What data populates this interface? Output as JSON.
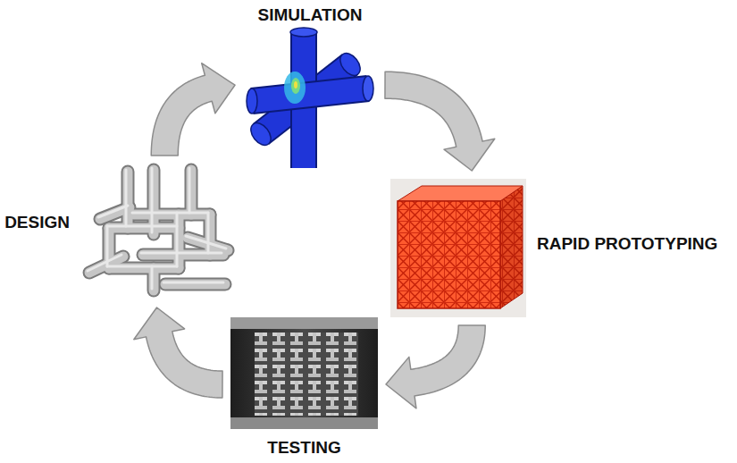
{
  "diagram": {
    "nodes": [
      {
        "text": [
          "DESIGN"
        ]
      },
      {
        "text": [
          "SIMULATION"
        ]
      },
      {
        "text": [
          "RAPID PROTOTYPING"
        ]
      },
      {
        "text": [
          "TESTING"
        ]
      }
    ],
    "edges": [
      {
        "from": 0,
        "to": 1,
        "arrow": "to"
      },
      {
        "from": 1,
        "to": 2,
        "arrow": "to"
      },
      {
        "from": 2,
        "to": 3,
        "arrow": "to"
      },
      {
        "from": 3,
        "to": 0,
        "arrow": "to"
      }
    ]
  }
}
